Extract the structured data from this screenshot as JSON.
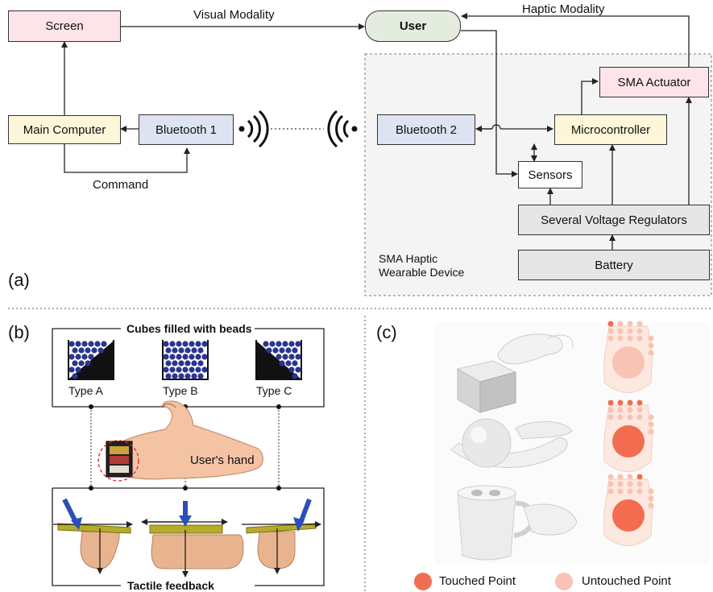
{
  "panel_a": {
    "label": "(a)",
    "boxes": {
      "screen": "Screen",
      "user": "User",
      "main_computer": "Main Computer",
      "bluetooth1": "Bluetooth 1",
      "bluetooth2": "Bluetooth 2",
      "microcontroller": "Microcontroller",
      "sma_actuator": "SMA Actuator",
      "sensors": "Sensors",
      "voltage_regulators": "Several Voltage Regulators",
      "battery": "Battery"
    },
    "edge_labels": {
      "visual": "Visual Modality",
      "haptic": "Haptic Modality",
      "command": "Command"
    },
    "device_label_line1": "SMA Haptic",
    "device_label_line2": "Wearable Device"
  },
  "panel_b": {
    "label": "(b)",
    "top_title": "Cubes filled with beads",
    "types": [
      "Type A",
      "Type B",
      "Type C"
    ],
    "hand_label": "User's hand",
    "bottom_title": "Tactile feedback"
  },
  "panel_c": {
    "label": "(c)",
    "legend": {
      "touched": "Touched Point",
      "untouched": "Untouched Point"
    }
  },
  "colors": {
    "screen": "#fde4e8",
    "user": "#e3ecdf",
    "main_computer": "#fdf6d8",
    "bluetooth": "#dde3f2",
    "microcontroller": "#fdf6d8",
    "sma_actuator": "#fde4e8",
    "sensors": "#ffffff",
    "gray_box": "#e6e6e6",
    "device_bg": "#f4f4f4",
    "bead": "#2b3590",
    "touched": "#f26d4f",
    "untouched": "#f8c3b4",
    "skin": "#e8b48f",
    "plate": "#b6ab2a",
    "arrow_blue": "#2a4fb8"
  }
}
